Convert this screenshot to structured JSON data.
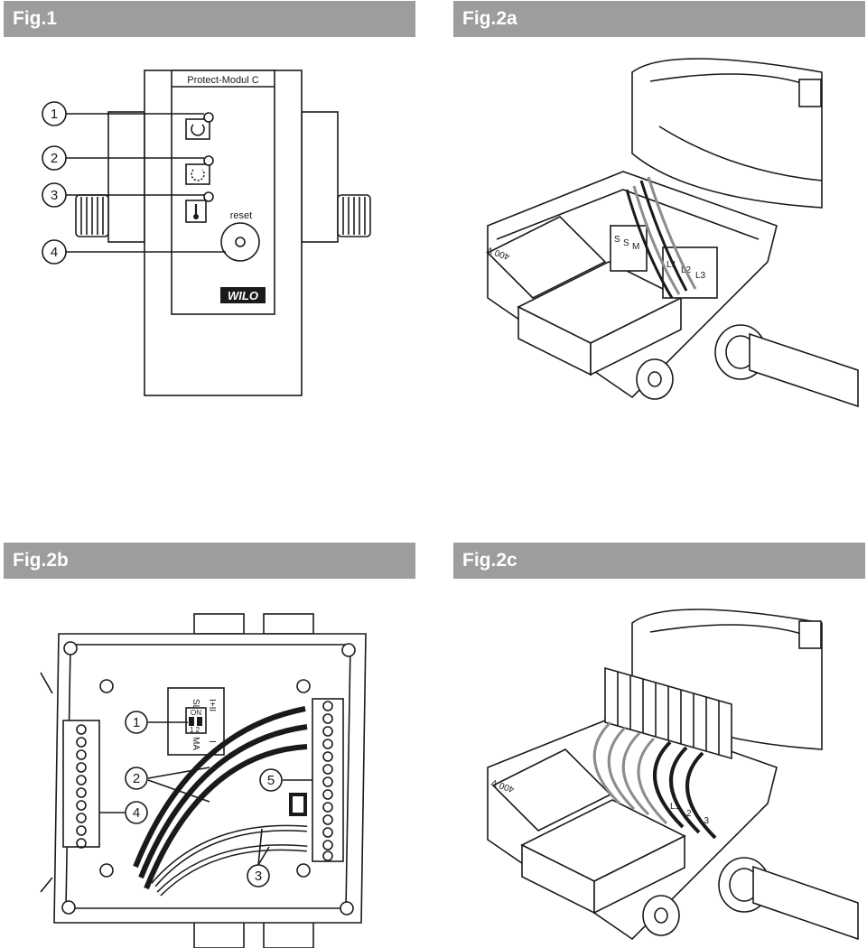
{
  "figures": {
    "fig1": {
      "title": "Fig.1",
      "module_label": "Protect-Modul C",
      "reset_label": "reset",
      "brand": "WILO",
      "callouts": [
        "1",
        "2",
        "3",
        "4"
      ]
    },
    "fig2a": {
      "title": "Fig.2a",
      "voltage_label": "400 V",
      "terminals_left": [
        "S",
        "S",
        "M"
      ],
      "terminals_right": [
        "L1",
        "L2",
        "L3"
      ]
    },
    "fig2b": {
      "title": "Fig.2b",
      "switch_top": "I+II",
      "switch_top2": "SL",
      "switch_on": "ON",
      "switch_nums": "1 2",
      "switch_bottom": "I",
      "switch_bottom2": "MA",
      "callouts": [
        "1",
        "2",
        "3",
        "4",
        "5"
      ]
    },
    "fig2c": {
      "title": "Fig.2c",
      "voltage_label": "400 V",
      "terminals_right": [
        "L1",
        "2",
        "L3"
      ]
    }
  },
  "colors": {
    "header_bar": "#9d9d9d",
    "header_text": "#ffffff",
    "line": "#1a1a1a",
    "wire_grey": "#8c8c8c"
  }
}
